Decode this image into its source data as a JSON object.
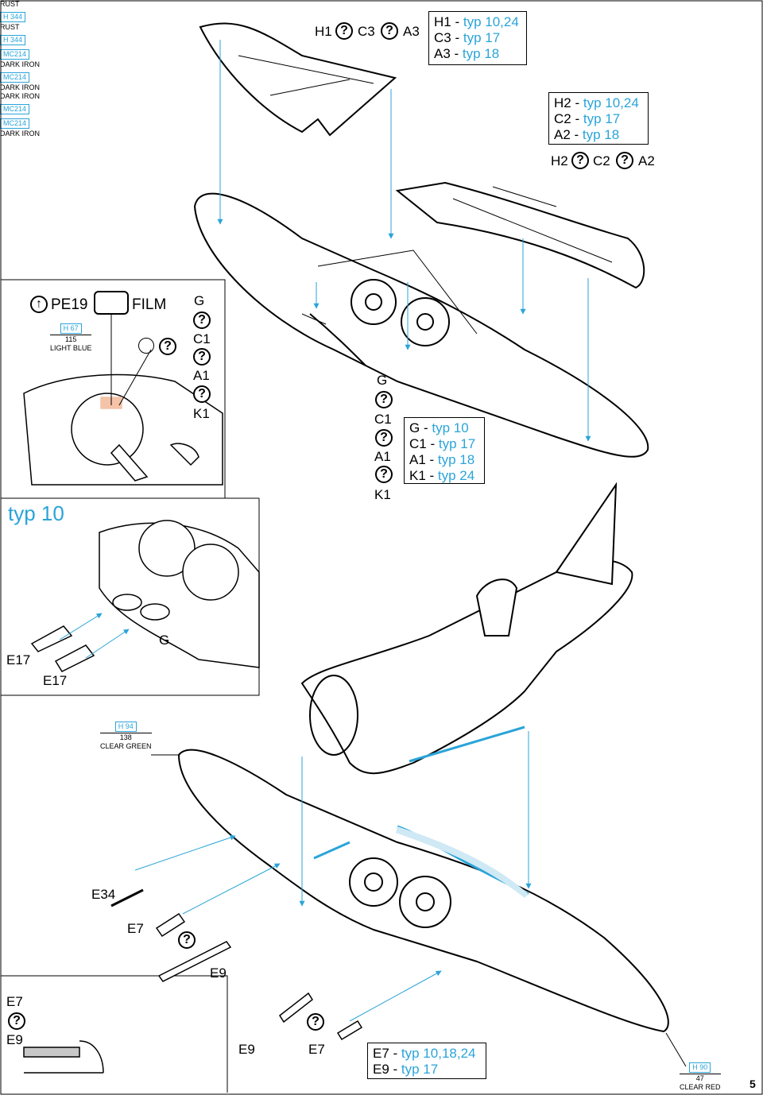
{
  "step1": {
    "label_h1": "H1",
    "label_c3": "C3",
    "label_a3": "A3",
    "variants": [
      "H1 - ",
      "typ 10,24",
      "C3 - ",
      "typ 17",
      "A3 - ",
      "typ 18"
    ]
  },
  "step2": {
    "variants": [
      "H2 - ",
      "typ 10,24",
      "C2 - ",
      "typ 17",
      "A2 - ",
      "typ 18"
    ],
    "label_h2": "H2",
    "label_c2": "C2",
    "label_a2": "A2"
  },
  "inset_top": {
    "pe_label": "PE19",
    "film_label": "FILM",
    "paint_code": "H 67",
    "paint_num": "115",
    "paint_name": "LIGHT BLUE",
    "col_g": "G",
    "col_c1": "C1",
    "col_a1": "A1",
    "col_k1": "K1"
  },
  "center_labels": {
    "g": "G",
    "c1": "C1",
    "a1": "A1",
    "k1": "K1",
    "variants": [
      {
        "part": "G - ",
        "typ": "typ 10"
      },
      {
        "part": "C1 - ",
        "typ": "typ 17"
      },
      {
        "part": "A1 - ",
        "typ": "typ 18"
      },
      {
        "part": "K1 - ",
        "typ": "typ 24"
      }
    ]
  },
  "inset_mid": {
    "title": "typ 10",
    "rust1_name": "RUST",
    "rust1_code": "H 344",
    "rust2_name": "RUST",
    "rust2_code": "H 344",
    "e17_a": "E17",
    "e17_b": "E17",
    "g": "G"
  },
  "clear_green": {
    "code": "H 94",
    "num": "138",
    "name": "CLEAR GREEN"
  },
  "lower": {
    "e34": "E34",
    "e7_a": "E7",
    "e7_a_code": "MC214",
    "e7_a_name": "DARK IRON",
    "e9_a": "E9",
    "e9_a_code": "MC214",
    "e9_a_name": "DARK IRON",
    "e9_b_name": "DARK IRON",
    "e9_b_code": "MC214",
    "e9_b": "E9",
    "e7_b": "E7",
    "e7_b_code": "MC214",
    "e7_b_name": "DARK IRON",
    "variants": [
      "E7 - ",
      "typ 10,18,24",
      "E9 - ",
      "typ 17"
    ]
  },
  "inset_bottom": {
    "e7": "E7",
    "e9": "E9"
  },
  "clear_red": {
    "code": "H 90",
    "num": "47",
    "name": "CLEAR RED"
  },
  "page_number": "5",
  "question_glyph": "?",
  "colors": {
    "accent": "#2aa4d9",
    "decal": "#f4c3a8",
    "grey_part": "#c8c8c8"
  }
}
